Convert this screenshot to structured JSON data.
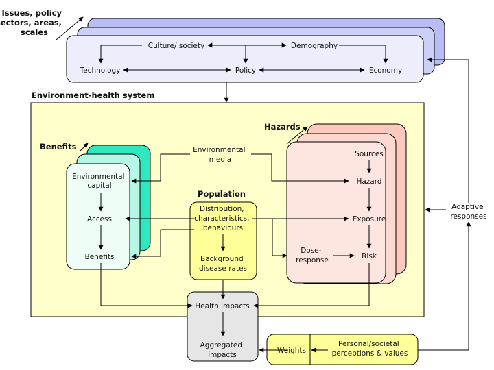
{
  "labels": {
    "issues": [
      "Issues, policy",
      "sectors, areas,",
      "scales"
    ],
    "culture": "Culture/ society",
    "demography": "Demography",
    "technology": "Technology",
    "policy": "Policy",
    "economy": "Economy",
    "system_title": "Environment-health system",
    "benefits_title": "Benefits",
    "env_capital": [
      "Environmental",
      "capital"
    ],
    "access": "Access",
    "benefits": "Benefits",
    "env_media": [
      "Environmental",
      "media"
    ],
    "population_title": "Population",
    "distribution": [
      "Distribution,",
      "characteristics,",
      "behaviours"
    ],
    "background": [
      "Background",
      "disease rates"
    ],
    "hazards_title": "Hazards",
    "sources": "Sources",
    "hazard": "Hazard",
    "exposure": "Exposure",
    "dose": [
      "Dose-",
      "response"
    ],
    "risk": "Risk",
    "adaptive": [
      "Adaptive",
      "responses"
    ],
    "health_impacts": "Health impacts",
    "aggregated": [
      "Aggregated",
      "impacts"
    ],
    "weights": "Weights",
    "perceptions": [
      "Personal/societal",
      "perceptions & values"
    ]
  },
  "colors": {
    "policy_box": "#ededfc",
    "policy_stack": "#b9bdf4",
    "system_bg": "#ffffcc",
    "benefits_box": "#eefdf6",
    "benefits_stack": "#2ee8c0",
    "population_box": "#ffff99",
    "hazards_box": "#fde5e0",
    "hazards_stack": "#fbc9bd",
    "impacts_box": "#e6e6e6",
    "weights_box": "#ffff99"
  }
}
